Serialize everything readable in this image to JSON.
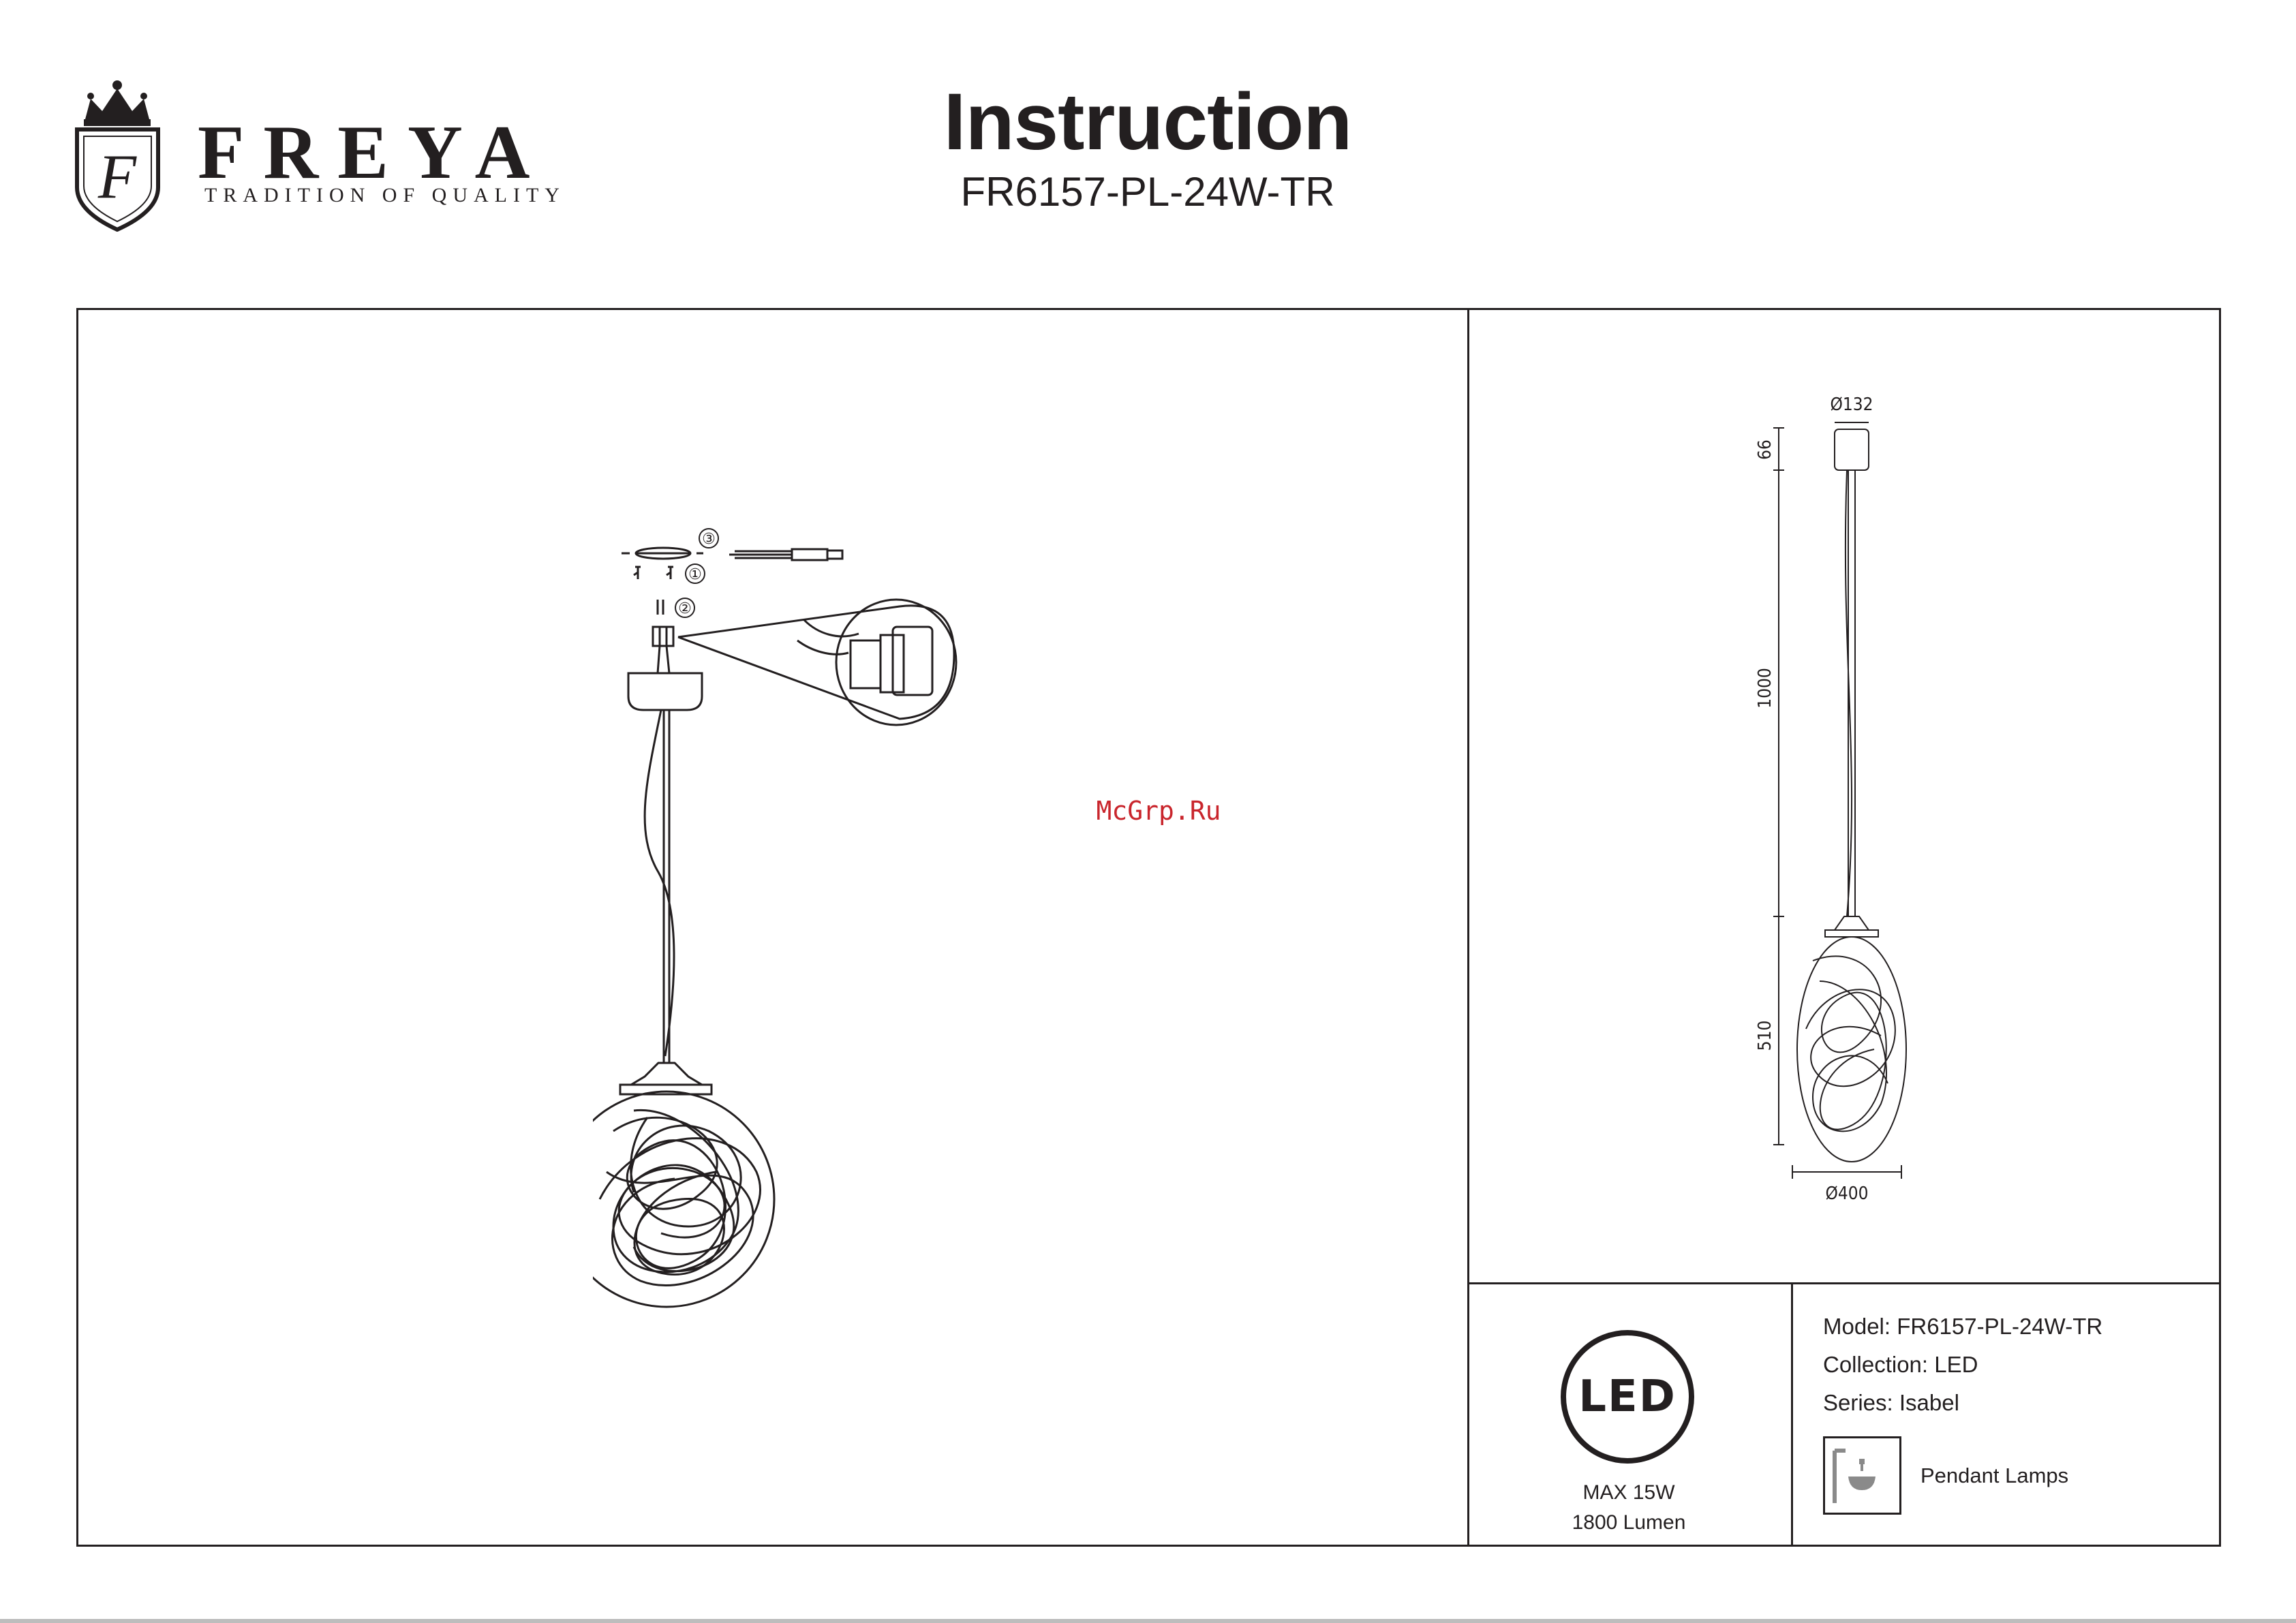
{
  "brand": {
    "name": "FREYA",
    "tagline": "TRADITION OF QUALITY",
    "emblem_letter": "F"
  },
  "header": {
    "title": "Instruction",
    "model": "FR6157-PL-24W-TR"
  },
  "watermark": "McGrp.Ru",
  "assembly": {
    "steps": [
      "①",
      "②",
      "③"
    ]
  },
  "dimensions": {
    "canopy_diameter": "Ø132",
    "canopy_height": "66",
    "cable_length": "1000",
    "shade_height": "510",
    "shade_diameter": "Ø400"
  },
  "power": {
    "badge": "LED",
    "max_power": "MAX 15W",
    "lumen": "1800 Lumen"
  },
  "specs": {
    "model": "Model: FR6157-PL-24W-TR",
    "collection": "Collection: LED",
    "series": "Series: Isabel",
    "type": "Pendant Lamps"
  }
}
